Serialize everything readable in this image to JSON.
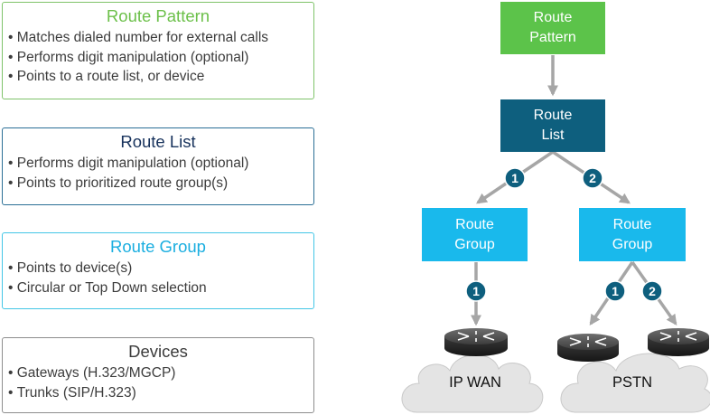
{
  "cards": {
    "route_pattern": {
      "title": "Route Pattern",
      "bullets": [
        "Matches dialed number for external calls",
        "Performs digit manipulation (optional)",
        "Points to a route list, or device"
      ]
    },
    "route_list": {
      "title": "Route List",
      "bullets": [
        "Performs digit manipulation (optional)",
        "Points to prioritized route group(s)"
      ]
    },
    "route_group": {
      "title": "Route Group",
      "bullets": [
        "Points to device(s)",
        "Circular or Top Down selection"
      ]
    },
    "devices": {
      "title": "Devices",
      "bullets": [
        "Gateways (H.323/MGCP)",
        "Trunks (SIP/H.323)"
      ]
    }
  },
  "diagram": {
    "route_pattern": "Route\nPattern",
    "route_list": "Route\nList",
    "route_group_1": "Route\nGroup",
    "route_group_2": "Route\nGroup",
    "badges": {
      "list_to_group_1": "1",
      "list_to_group_2": "2",
      "group1_to_router": "1",
      "group2_to_router_a": "1",
      "group2_to_router_b": "2"
    },
    "clouds": {
      "ip_wan": "IP WAN",
      "pstn": "PSTN"
    },
    "icons": {
      "router": "router-icon",
      "cloud": "cloud-icon",
      "arrow": "arrow-icon"
    }
  },
  "colors": {
    "route_pattern": "#5cc34a",
    "route_list": "#0e5f7e",
    "route_group": "#19b9ec",
    "badge": "#0e5f7e",
    "connector": "#a6a6a6",
    "cloud": "#e4e4e4",
    "router_body": "#3a3a3a"
  }
}
